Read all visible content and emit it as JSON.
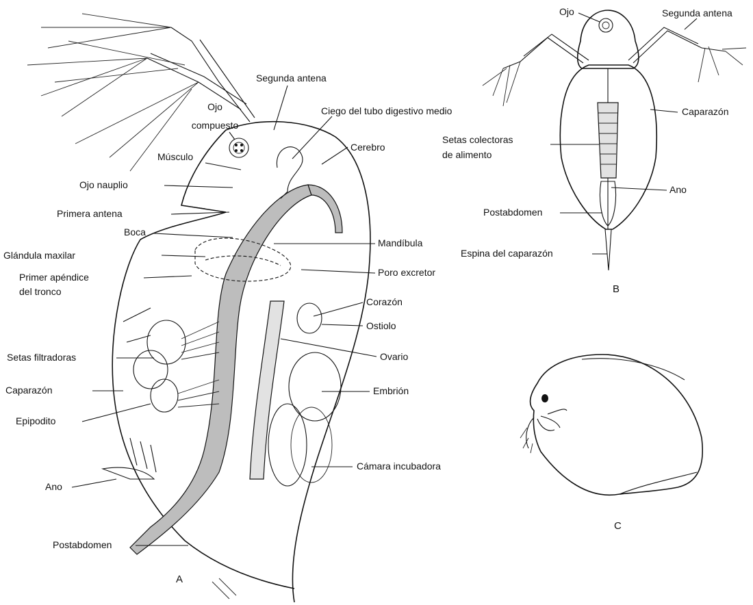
{
  "panels": {
    "A": "A",
    "B": "B",
    "C": "C"
  },
  "labels_a": {
    "segunda_antena": "Segunda antena",
    "ojo_compuesto_1": "Ojo",
    "ojo_compuesto_2": "compuesto",
    "ciego": "Ciego del tubo digestivo medio",
    "cerebro": "Cerebro",
    "musculo": "Músculo",
    "ojo_nauplio": "Ojo nauplio",
    "primera_antena": "Primera antena",
    "boca": "Boca",
    "mandibula": "Mandíbula",
    "glandula_maxilar": "Glándula maxilar",
    "poro_excretor": "Poro excretor",
    "primer_apendice_1": "Primer apéndice",
    "primer_apendice_2": "del tronco",
    "corazon": "Corazón",
    "ostiolo": "Ostiolo",
    "setas_filtradoras": "Setas filtradoras",
    "ovario": "Ovario",
    "caparazon": "Caparazón",
    "embrion": "Embrión",
    "epipodito": "Epipodito",
    "camara_incubadora": "Cámara incubadora",
    "ano": "Ano",
    "postabdomen": "Postabdomen"
  },
  "labels_b": {
    "ojo": "Ojo",
    "segunda_antena": "Segunda antena",
    "caparazon": "Caparazón",
    "setas_colectoras_1": "Setas colectoras",
    "setas_colectoras_2": "de alimento",
    "ano": "Ano",
    "postabdomen": "Postabdomen",
    "espina": "Espina del caparazón"
  }
}
